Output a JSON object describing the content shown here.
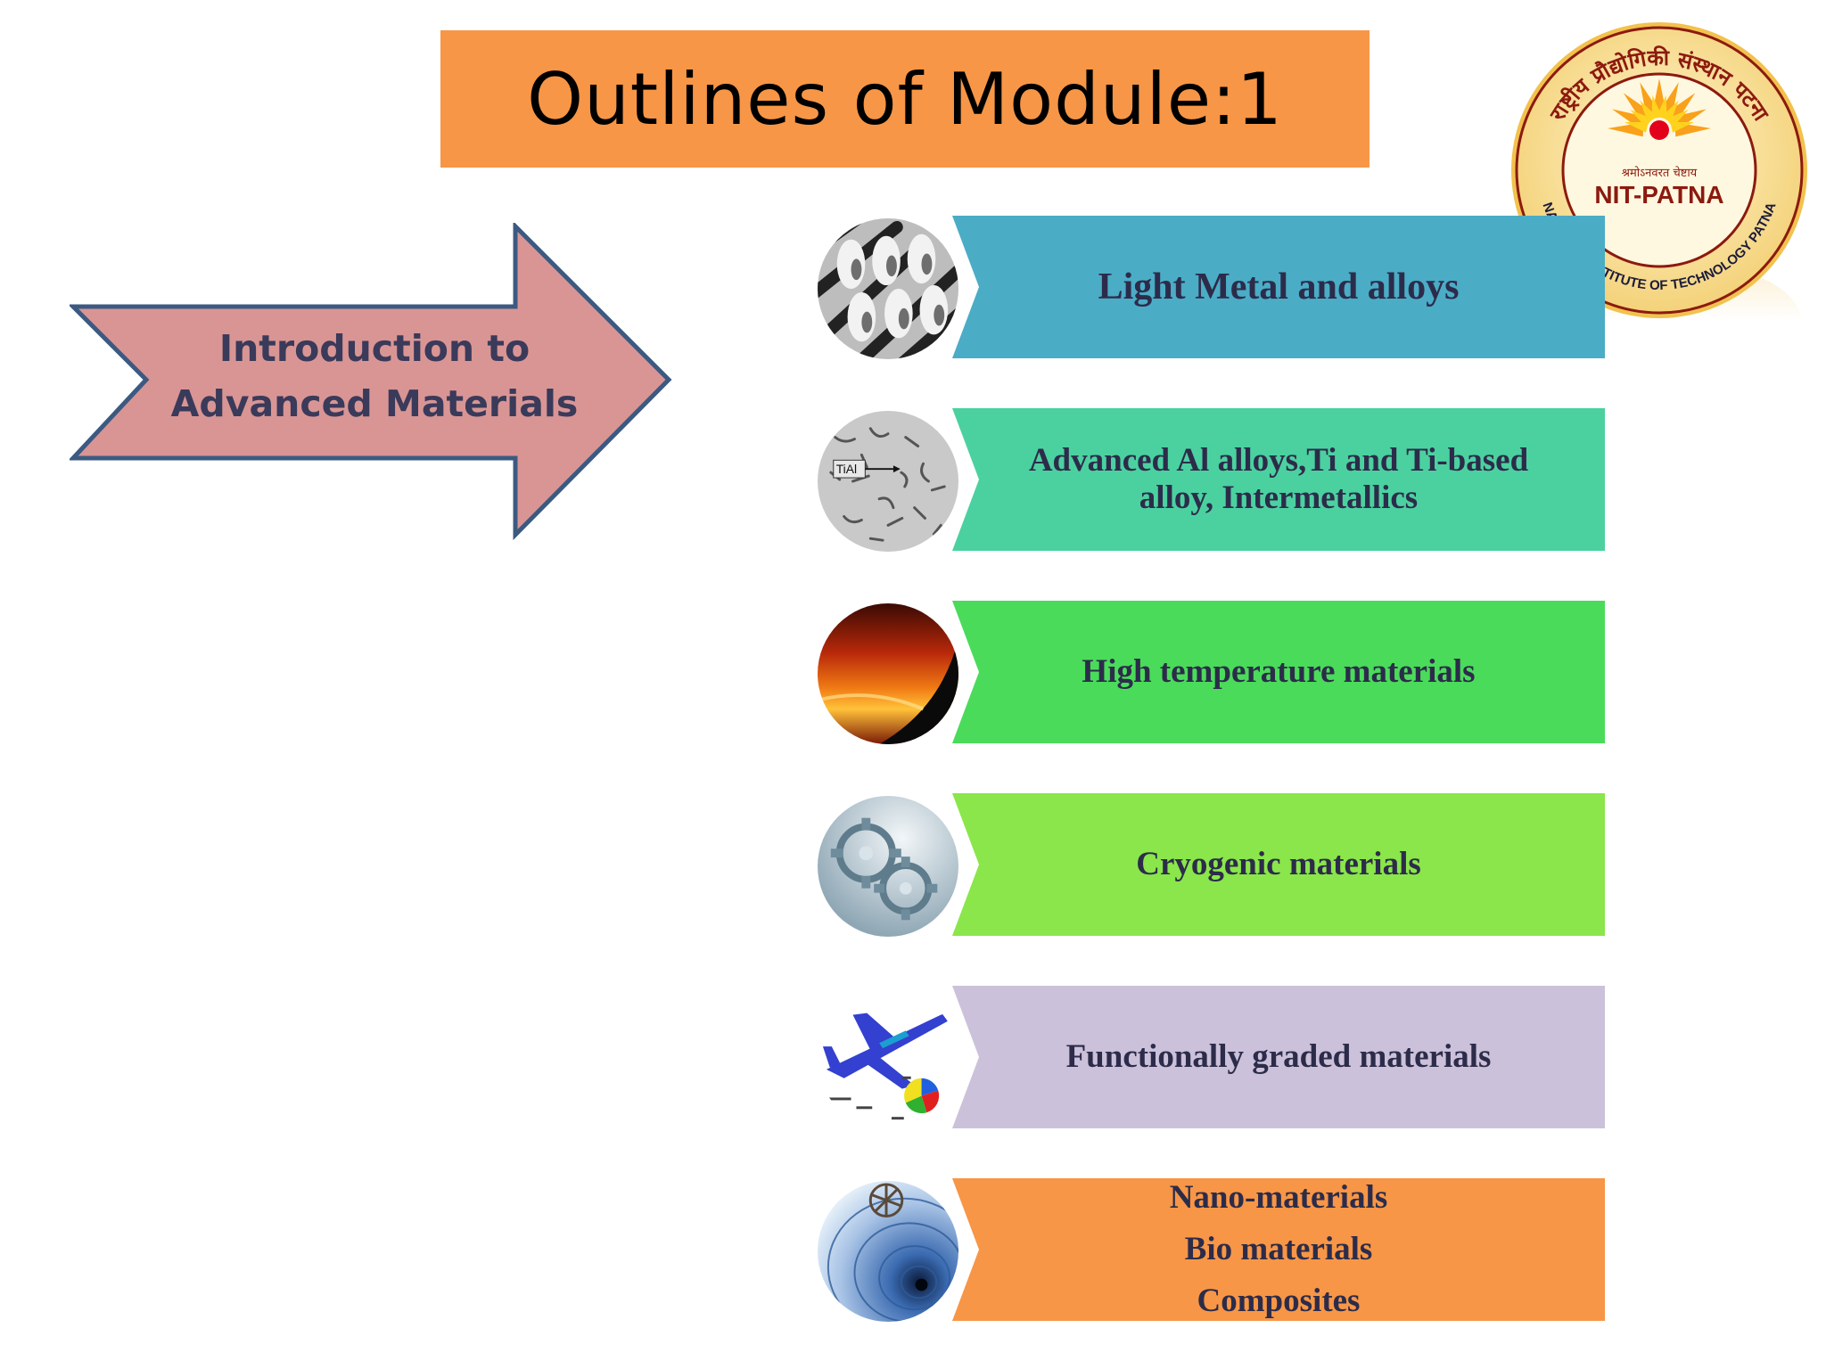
{
  "slide": {
    "title": "Outlines of Module:1",
    "arrow_label_line1": "Introduction to",
    "arrow_label_line2": "Advanced Materials"
  },
  "logo": {
    "hindi_ring_text": "राष्ट्रीय प्रौद्योगिकी संस्थान पटना",
    "motto": "श्रमोऽनवरत चेष्टाय",
    "name": "NIT-PATNA",
    "english_ring_text": "NATIONAL INSTITUTE OF TECHNOLOGY PATNA"
  },
  "topics": [
    {
      "lines": [
        "Light Metal and alloys"
      ],
      "color": "#4BACC6",
      "icon": "metal-rods-icon"
    },
    {
      "lines": [
        "Advanced Al alloys,Ti and Ti-based",
        "alloy, Intermetallics"
      ],
      "color": "#4BD1A0",
      "icon": "microstructure-icon",
      "icon_label": "TiAl"
    },
    {
      "lines": [
        "High temperature materials"
      ],
      "color": "#4ADB5A",
      "icon": "molten-metal-icon"
    },
    {
      "lines": [
        "Cryogenic materials"
      ],
      "color": "#8AE64A",
      "icon": "frozen-gears-icon"
    },
    {
      "lines": [
        "Functionally graded materials"
      ],
      "color": "#CCC1DA",
      "icon": "aircraft-materials-icon"
    },
    {
      "lines": [
        "Nano-materials",
        "Bio materials",
        "Composites"
      ],
      "color": "#F79646",
      "icon": "nanotube-icon"
    }
  ],
  "colors": {
    "title_bg": "#F79646",
    "arrow_fill": "#D99594",
    "arrow_stroke": "#3B5A82"
  }
}
